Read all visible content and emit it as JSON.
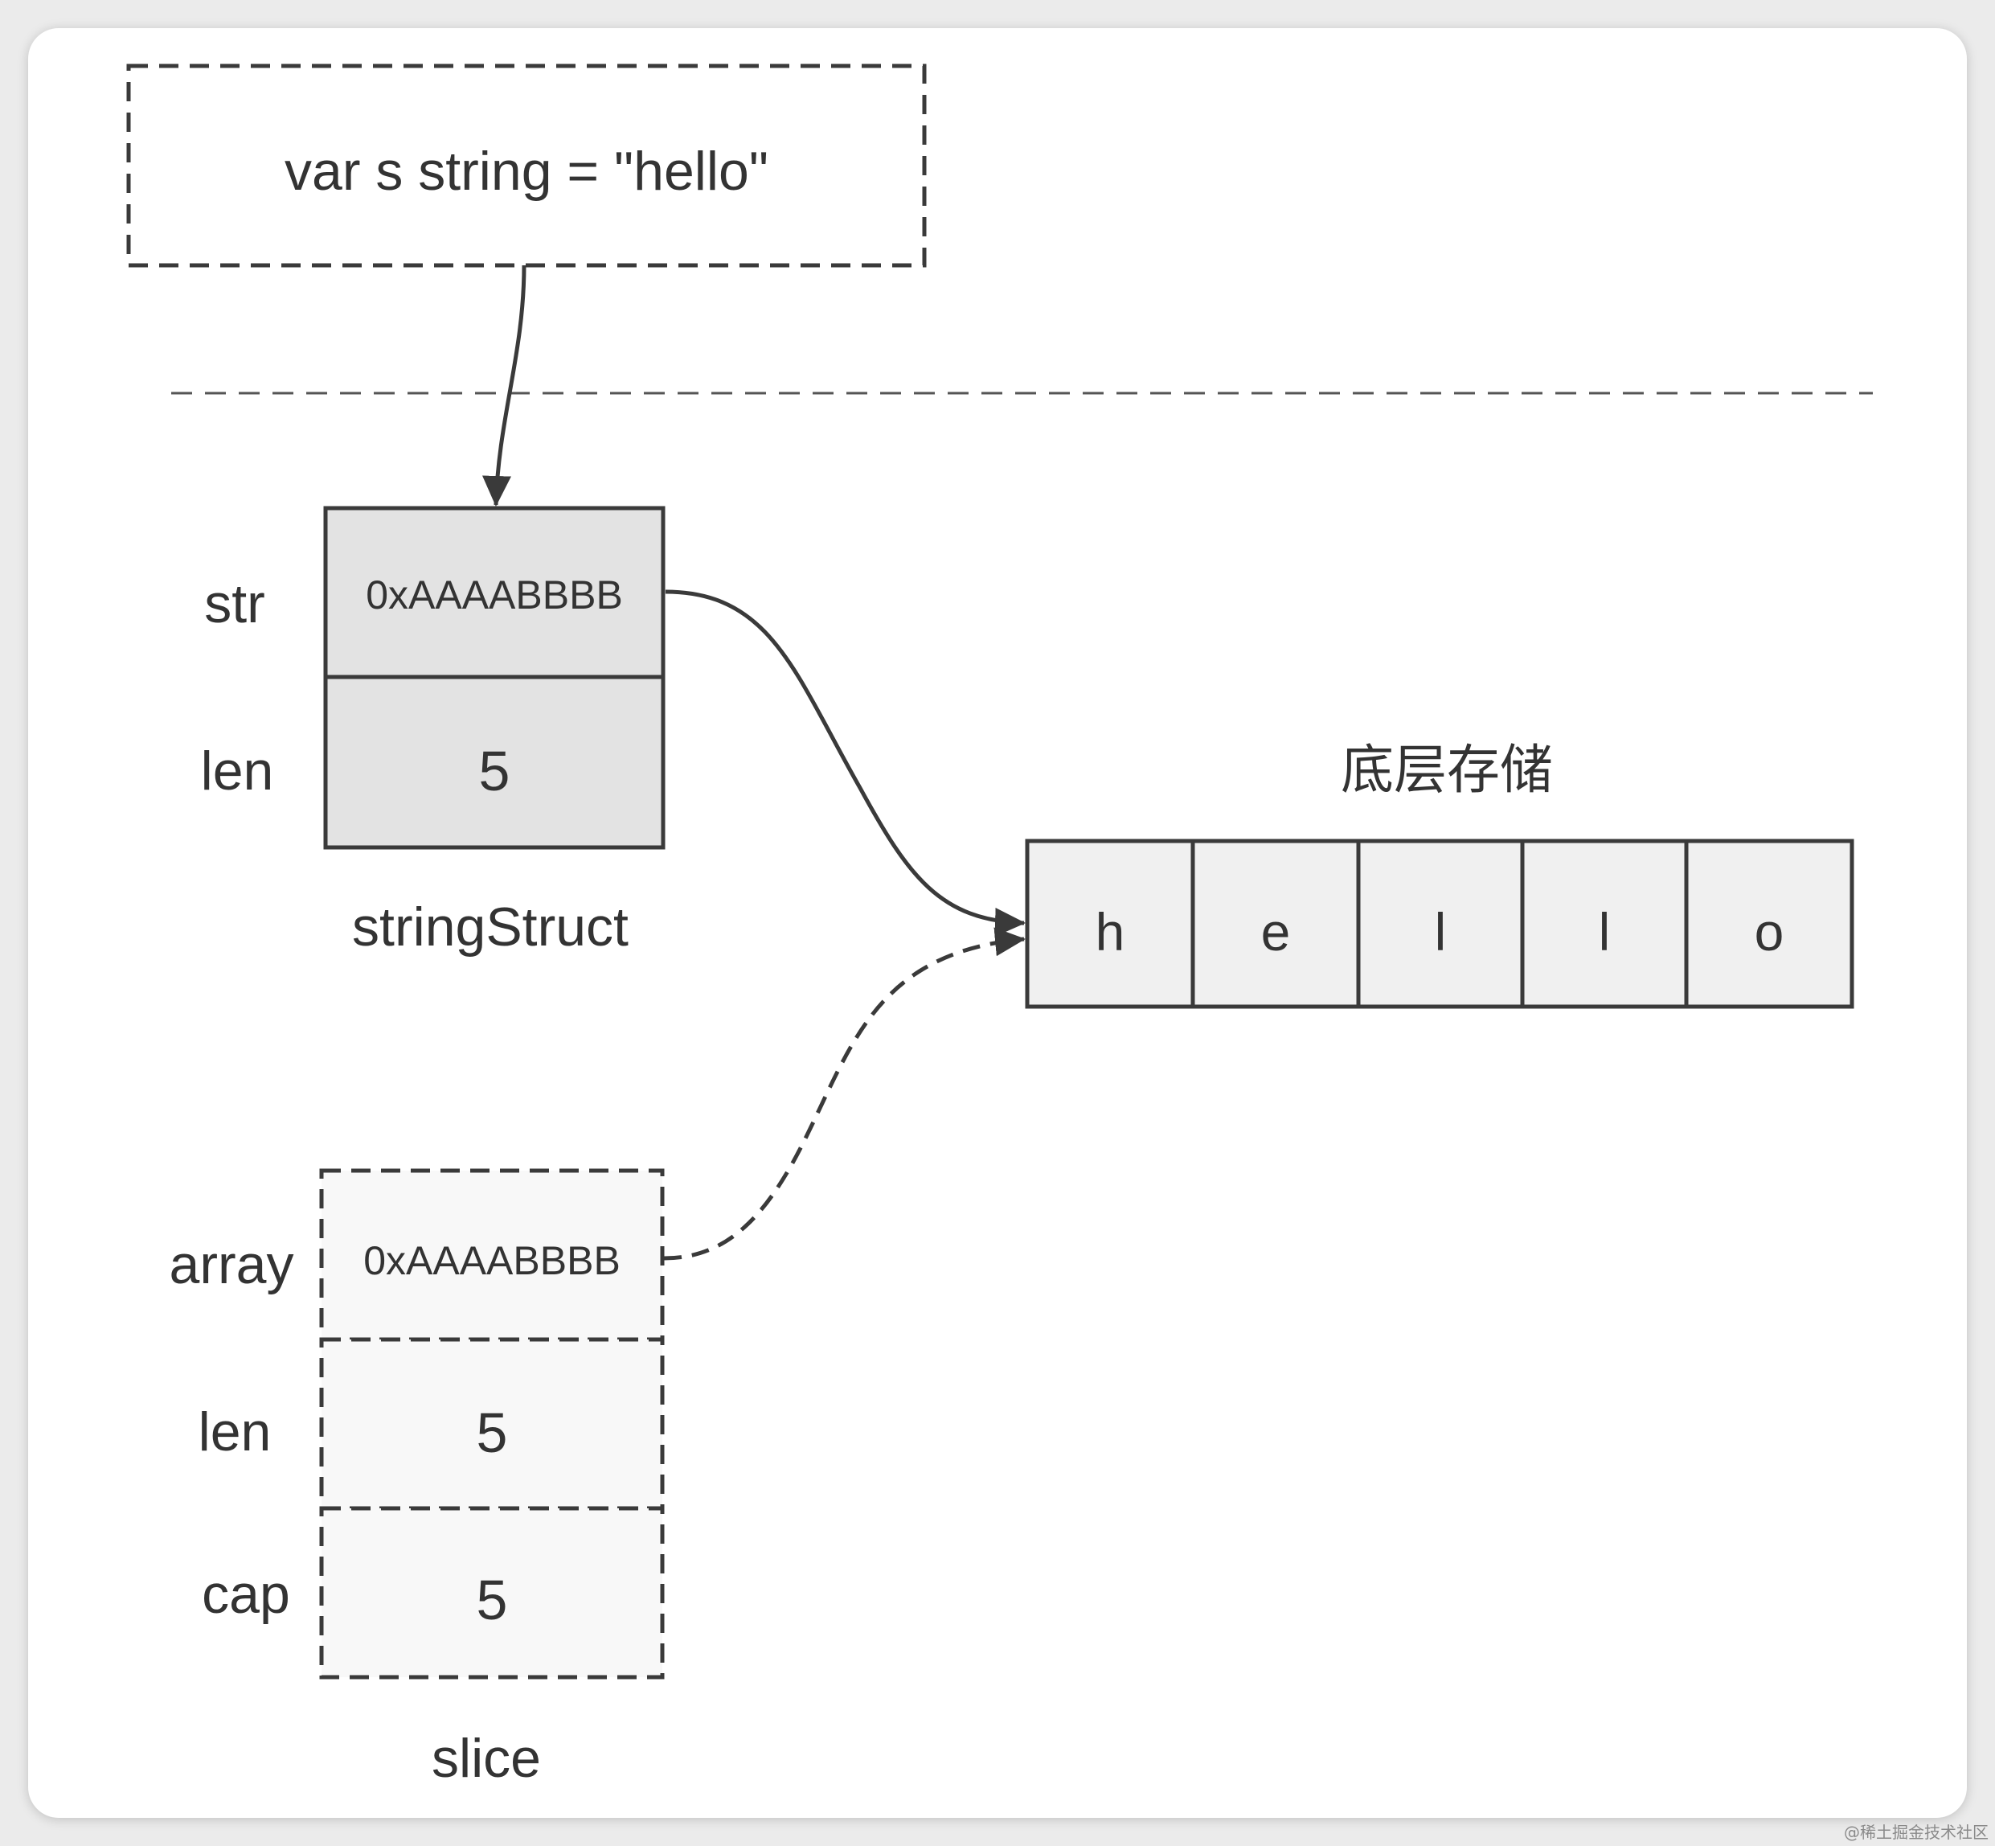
{
  "code_box": {
    "text": "var s string = \"hello\""
  },
  "string_struct": {
    "title": "stringStruct",
    "fields": [
      {
        "label": "str",
        "value": "0xAAAABBBB"
      },
      {
        "label": "len",
        "value": "5"
      }
    ]
  },
  "slice": {
    "title": "slice",
    "fields": [
      {
        "label": "array",
        "value": "0xAAAABBBB"
      },
      {
        "label": "len",
        "value": "5"
      },
      {
        "label": "cap",
        "value": "5"
      }
    ]
  },
  "storage": {
    "title": "底层存储",
    "chars": [
      "h",
      "e",
      "l",
      "l",
      "o"
    ]
  },
  "watermark": "@稀土掘金技术社区",
  "colors": {
    "line": "#3a3a3a",
    "struct_fill": "#e3e3e3",
    "storage_fill": "#f0f0f0",
    "slice_fill": "#f8f8f8"
  }
}
